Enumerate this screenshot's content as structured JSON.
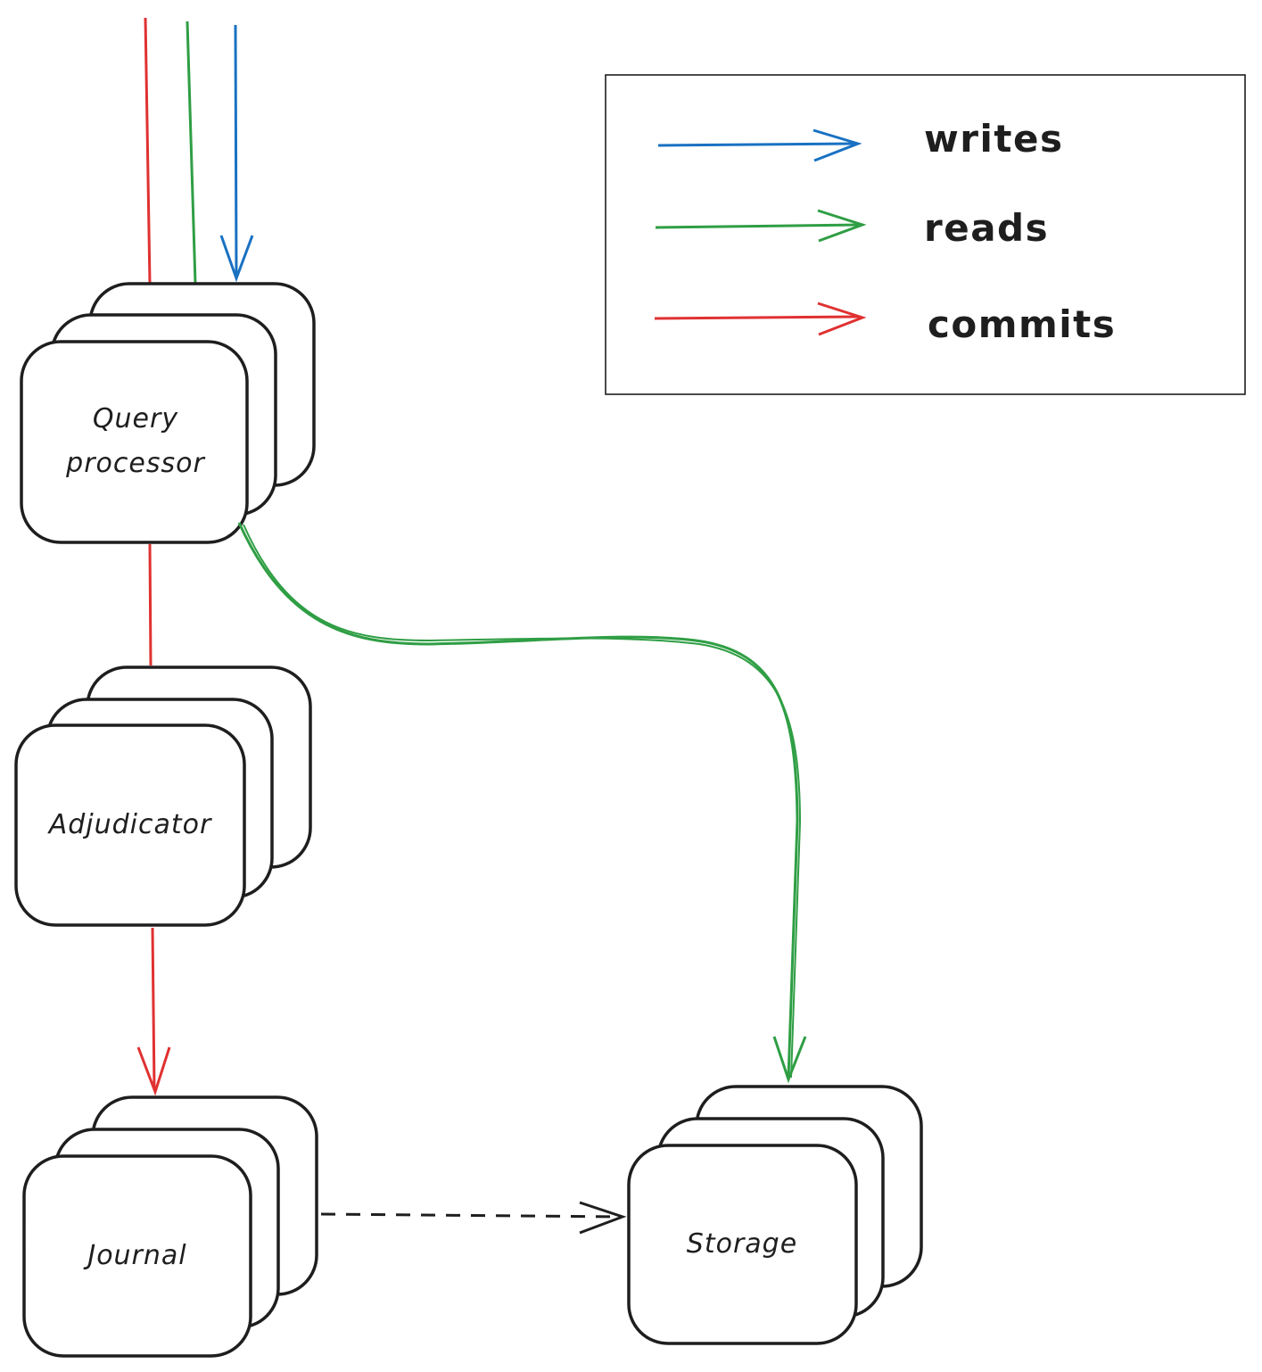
{
  "colors": {
    "writes": "#1971c2",
    "reads": "#2f9e44",
    "commits": "#e03131",
    "ink": "#1e1e1e"
  },
  "nodes": {
    "query_processor": {
      "line1": "Query",
      "line2": "processor"
    },
    "adjudicator": {
      "label": "Adjudicator"
    },
    "journal": {
      "label": "Journal"
    },
    "storage": {
      "label": "Storage"
    }
  },
  "legend": {
    "writes": "writes",
    "reads": "reads",
    "commits": "commits"
  }
}
